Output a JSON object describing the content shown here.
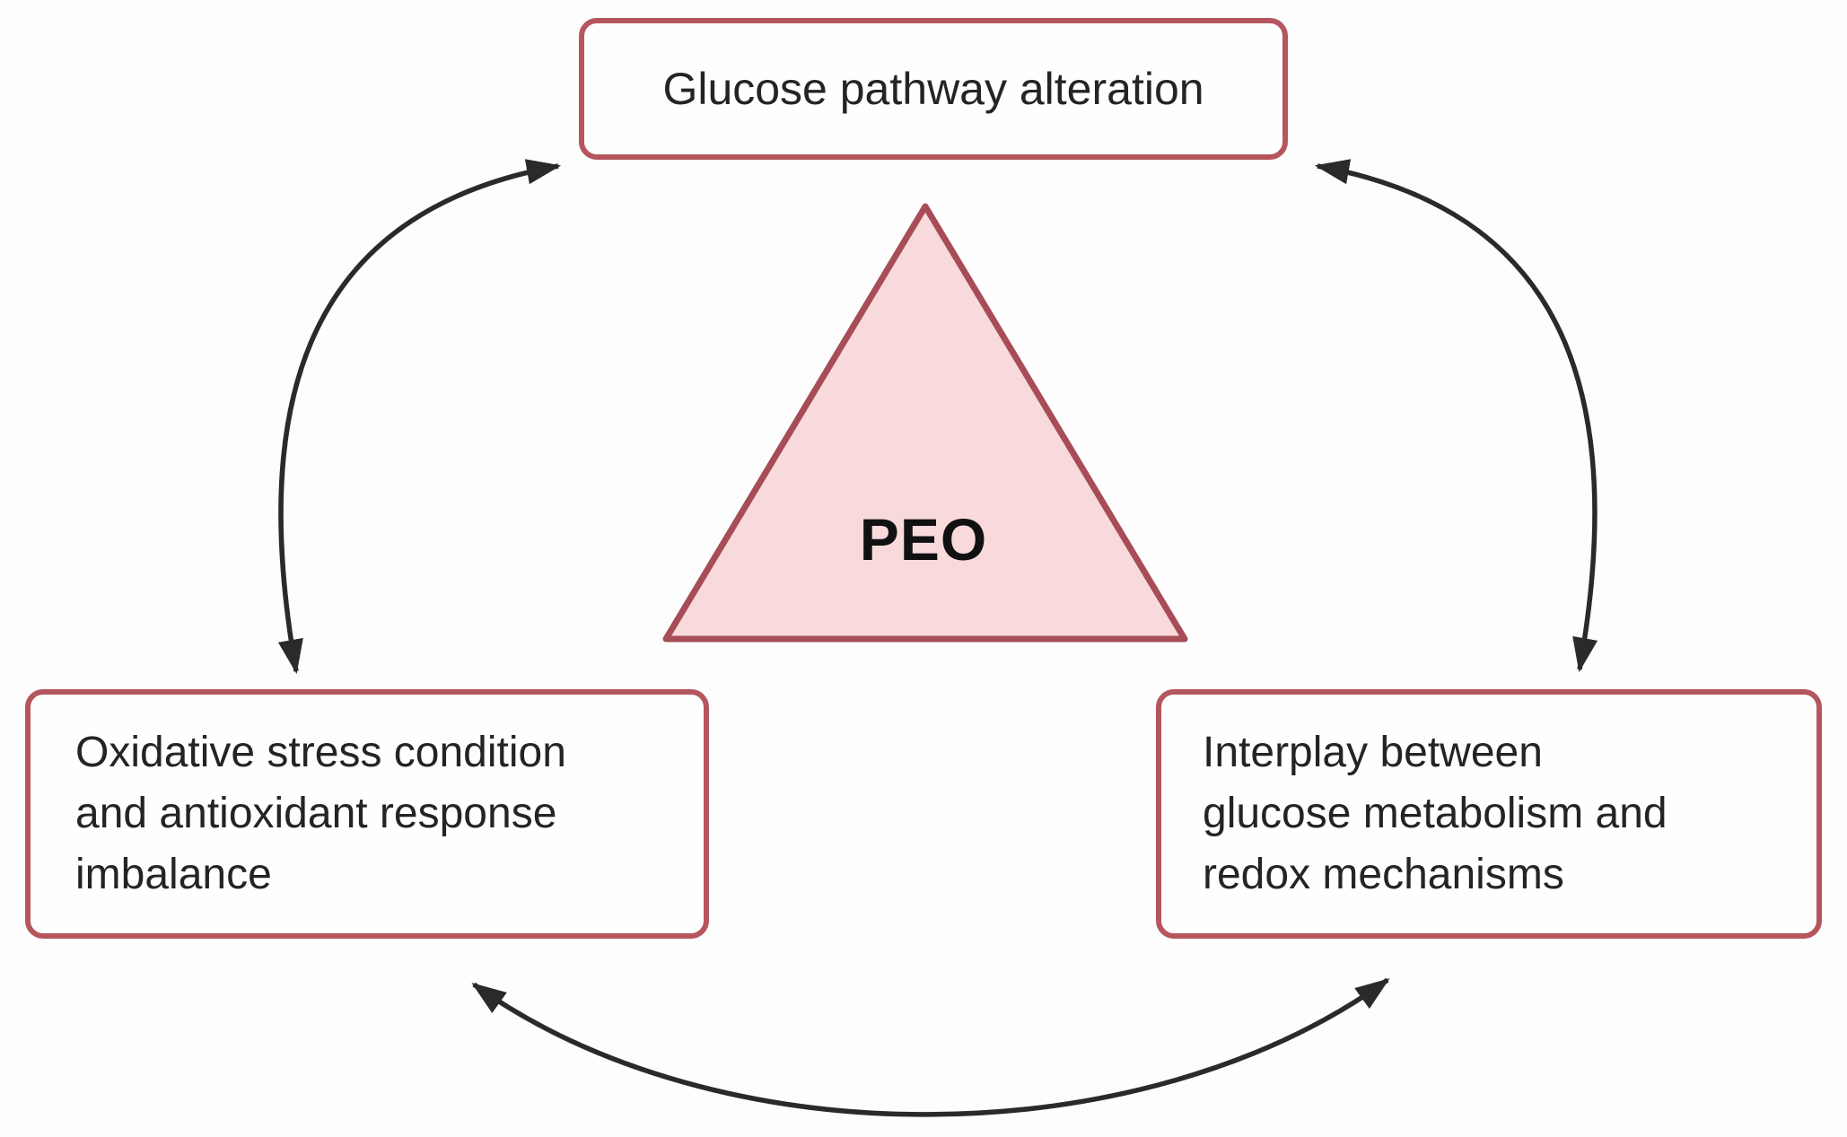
{
  "nodes": {
    "top": {
      "label": "Glucose pathway alteration"
    },
    "left": {
      "lines": [
        "Oxidative stress condition",
        "and antioxidant response",
        "imbalance"
      ]
    },
    "right": {
      "lines": [
        "Interplay between",
        "glucose metabolism and",
        "redox mechanisms"
      ]
    },
    "center": {
      "label": "PEO"
    }
  },
  "connectors": [
    {
      "name": "top-to-left",
      "style": "curved, double-headed"
    },
    {
      "name": "top-to-right",
      "style": "curved, double-headed"
    },
    {
      "name": "left-to-right",
      "style": "curved, double-headed"
    }
  ],
  "colors": {
    "background": "#fdfdfd",
    "box-border": "#b5565f",
    "box-bg": "#fefefe",
    "triangle-border": "#a74d57",
    "triangle-fill": "#f9dadc",
    "arrow": "#2a2a2a",
    "text": "#242424"
  }
}
